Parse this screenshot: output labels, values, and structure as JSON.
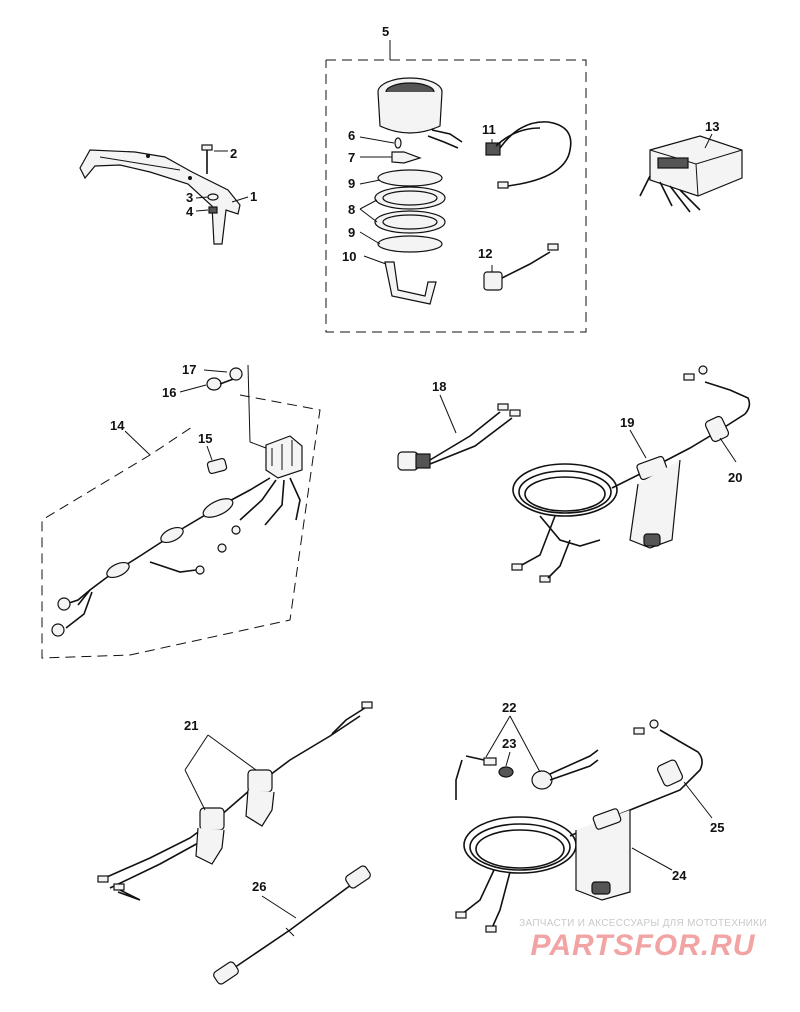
{
  "callouts": [
    {
      "id": "c1",
      "text": "1"
    },
    {
      "id": "c2",
      "text": "2"
    },
    {
      "id": "c3",
      "text": "3"
    },
    {
      "id": "c4",
      "text": "4"
    },
    {
      "id": "c5",
      "text": "5"
    },
    {
      "id": "c6",
      "text": "6"
    },
    {
      "id": "c7",
      "text": "7"
    },
    {
      "id": "c8",
      "text": "8"
    },
    {
      "id": "c9a",
      "text": "9"
    },
    {
      "id": "c9b",
      "text": "9"
    },
    {
      "id": "c10",
      "text": "10"
    },
    {
      "id": "c11",
      "text": "11"
    },
    {
      "id": "c12",
      "text": "12"
    },
    {
      "id": "c13",
      "text": "13"
    },
    {
      "id": "c14",
      "text": "14"
    },
    {
      "id": "c15",
      "text": "15"
    },
    {
      "id": "c16",
      "text": "16"
    },
    {
      "id": "c17",
      "text": "17"
    },
    {
      "id": "c18",
      "text": "18"
    },
    {
      "id": "c19",
      "text": "19"
    },
    {
      "id": "c20",
      "text": "20"
    },
    {
      "id": "c21",
      "text": "21"
    },
    {
      "id": "c22",
      "text": "22"
    },
    {
      "id": "c23",
      "text": "23"
    },
    {
      "id": "c24",
      "text": "24"
    },
    {
      "id": "c25",
      "text": "25"
    },
    {
      "id": "c26",
      "text": "26"
    }
  ],
  "watermark": {
    "caption": "ЗАПЧАСТИ И АКСЕССУАРЫ ДЛЯ МОТОТЕХНИКИ",
    "logo": "PARTSFOR.RU"
  }
}
